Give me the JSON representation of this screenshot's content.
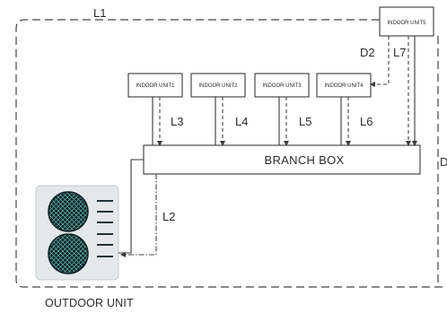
{
  "labels": {
    "l1": "L1",
    "l2": "L2",
    "l3": "L3",
    "l4": "L4",
    "l5": "L5",
    "l6": "L6",
    "l7": "L7",
    "d2": "D2",
    "d_partial": "D"
  },
  "indoor_units": [
    "INDOOR UNIT1",
    "INDOOR UNIT2",
    "INDOOR UNIT3",
    "INDOOR UNIT4",
    "INDOOR UNIT5"
  ],
  "branch_box": "BRANCH BOX",
  "outdoor_unit": "OUTDOOR UNIT",
  "colors": {
    "line": "#3a3a3a",
    "outdoor_fill": "#e4e8ea",
    "fan_fill": "#0f2228",
    "fan_mesh": "#5fb7a8"
  }
}
